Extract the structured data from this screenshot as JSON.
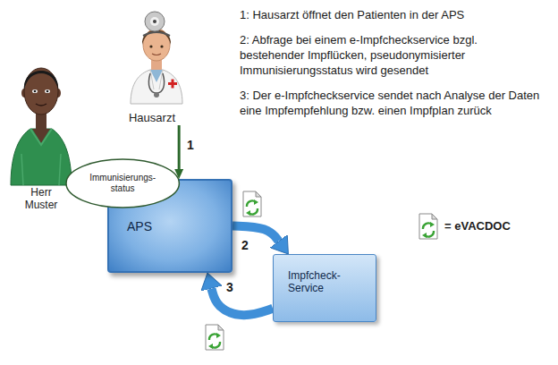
{
  "diagram": {
    "nodes": [
      {
        "text": [
          "Hausarzt"
        ]
      },
      {
        "text": [
          "Herr Muster"
        ]
      },
      {
        "text": [
          "Immunisierungs- status"
        ]
      },
      {
        "text": [
          "APS"
        ]
      },
      {
        "text": [
          "Impfcheck- Service"
        ]
      }
    ],
    "edges": [
      {
        "from": 0,
        "to": 3,
        "arrow": "to",
        "label": "1"
      },
      {
        "from": 3,
        "to": 4,
        "arrow": "to",
        "label": "2"
      },
      {
        "from": 4,
        "to": 3,
        "arrow": "to",
        "label": "3"
      }
    ],
    "labels": [
      "1: Hausarzt öffnet den Patienten in der APS",
      "2: Abfrage bei einem e-Impfcheckservice bzgl. bestehender Impflücken, pseudonymisierter Immunisierungsstatus wird gesendet",
      "3: Der e-Impfcheckservice sendet nach Analyse der Daten eine Impfempfehlung bzw. einen Impfplan zurück"
    ],
    "legend": [
      {
        "text": "= eVACDOC"
      }
    ]
  }
}
